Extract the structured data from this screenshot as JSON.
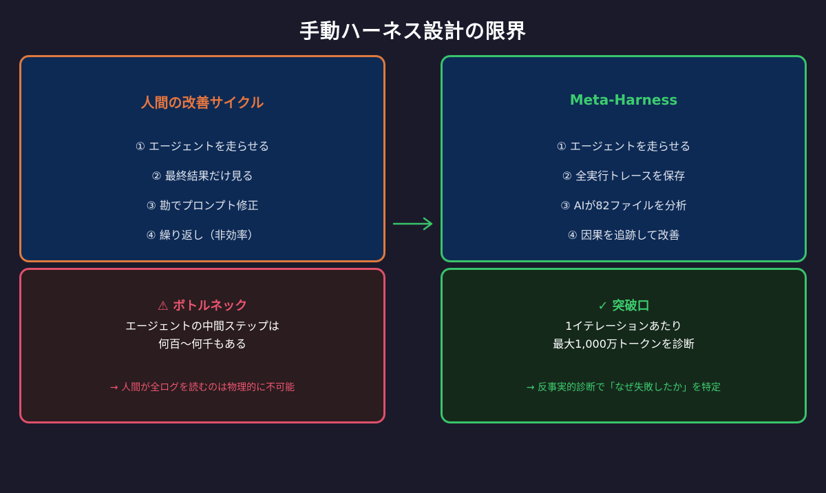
{
  "title": "手動ハーネス設計の限界",
  "human_cycle": {
    "title": "人間の改善サイクル",
    "steps": [
      "① エージェントを走らせる",
      "② 最終結果だけ見る",
      "③ 勘でプロンプト修正",
      "④ 繰り返し（非効率）"
    ]
  },
  "meta_cycle": {
    "title": "Meta-Harness",
    "steps": [
      "① エージェントを走らせる",
      "② 全実行トレースを保存",
      "③ AIが82ファイルを分析",
      "④ 因果を追跡して改善"
    ]
  },
  "bottleneck": {
    "title": "⚠ ボトルネック",
    "lines": [
      "エージェントの中間ステップは",
      "何百〜何千もある"
    ],
    "note": "→ 人間が全ログを読むのは物理的に不可能"
  },
  "breakthrough": {
    "title": "✓ 突破口",
    "lines": [
      "1イテレーションあたり",
      "最大1,000万トークンを診断"
    ],
    "note": "→ 反事実的診断で「なぜ失敗したか」を特定"
  },
  "colors": {
    "background": "#1b1a2b",
    "panel_blue": "#0d2a55",
    "human_accent": "#e07a3e",
    "meta_accent": "#38c46a",
    "bottleneck_accent": "#e0506a",
    "bottleneck_bg": "#2a1c1f",
    "breakthrough_bg": "#15291b"
  },
  "icons": {
    "flow_arrow": "arrow-right-icon"
  }
}
